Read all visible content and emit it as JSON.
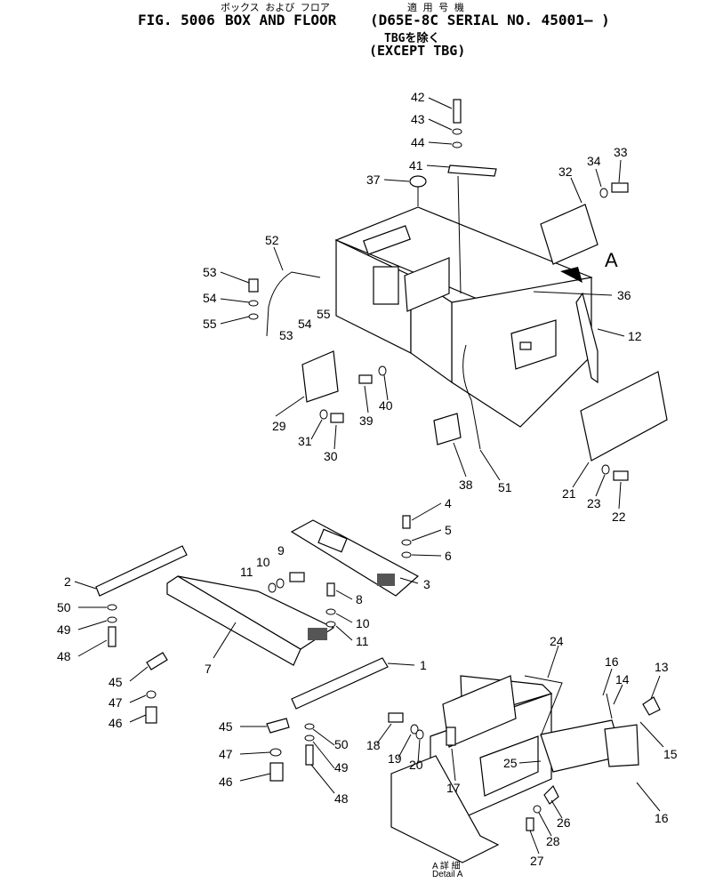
{
  "header": {
    "jp_line1_a": "ボックス および フロア",
    "jp_line1_b": "適 用 号 機",
    "fig_label": "FIG. 5006",
    "title": "BOX AND FLOOR",
    "serial": "(D65E-8C SERIAL NO. 45001— )",
    "jp_line2": "TBGを除く",
    "except": "(EXCEPT TBG)"
  },
  "view_marker": "A",
  "detail_caption_jp": "A 詳 細",
  "detail_caption": "Detail A",
  "callouts": [
    "42",
    "43",
    "44",
    "41",
    "37",
    "32",
    "34",
    "33",
    "36",
    "12",
    "52",
    "53",
    "54",
    "55",
    "53",
    "54",
    "55",
    "29",
    "31",
    "30",
    "39",
    "40",
    "38",
    "51",
    "21",
    "23",
    "22",
    "4",
    "5",
    "6",
    "3",
    "9",
    "10",
    "11",
    "8",
    "10",
    "11",
    "2",
    "50",
    "49",
    "48",
    "7",
    "1",
    "45",
    "47",
    "46",
    "45",
    "47",
    "46",
    "50",
    "49",
    "48",
    "24",
    "16",
    "13",
    "14",
    "15",
    "16",
    "18",
    "19",
    "20",
    "17",
    "25",
    "26",
    "28",
    "27"
  ]
}
